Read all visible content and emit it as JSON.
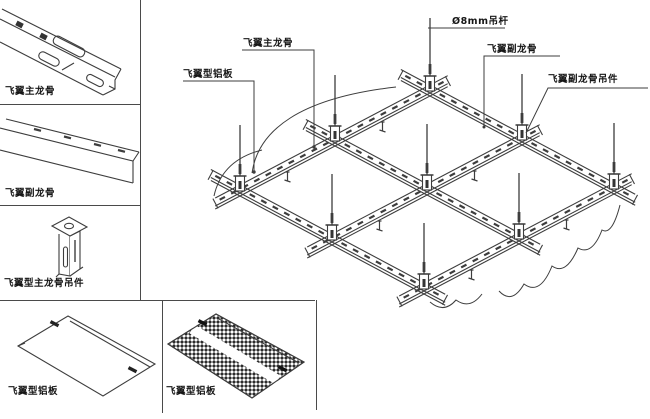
{
  "colors": {
    "line": "#3d3d3d",
    "text": "#161616",
    "border": "#4a4a4a",
    "perforation_dark": "#2b2b2b",
    "background": "#ffffff"
  },
  "detail_panels": [
    {
      "id": "main-keel",
      "label": "飞翼主龙骨"
    },
    {
      "id": "sub-keel",
      "label": "飞翼副龙骨"
    },
    {
      "id": "main-keel-hanger",
      "label": "飞翼型主龙骨吊件"
    },
    {
      "id": "aluminum-panel",
      "label": "飞翼型铝板"
    },
    {
      "id": "aluminum-panel-perforated",
      "label": "飞翼型铝板"
    }
  ],
  "diagram": {
    "annotations": [
      {
        "id": "panel",
        "label": "飞翼型铝板"
      },
      {
        "id": "main-keel",
        "label": "飞翼主龙骨"
      },
      {
        "id": "hanger-rod",
        "label": "Ø8mm吊杆"
      },
      {
        "id": "sub-keel",
        "label": "飞翼副龙骨"
      },
      {
        "id": "sub-keel-hanger",
        "label": "飞翼副龙骨吊件"
      }
    ]
  }
}
